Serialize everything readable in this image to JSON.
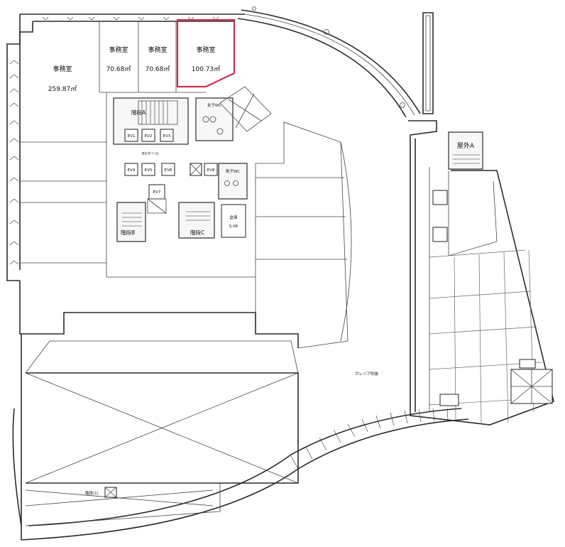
{
  "rooms": {
    "office_large": {
      "name": "事務室",
      "area": "259.87㎡"
    },
    "office_a": {
      "name": "事務室",
      "area": "70.68㎡"
    },
    "office_b": {
      "name": "事務室",
      "area": "70.68㎡"
    },
    "office_c": {
      "name": "事務室",
      "area": "100.73㎡"
    }
  },
  "core": {
    "stair_a": "階段A",
    "stair_b": "階段B",
    "stair_c": "階段C",
    "stair_1": "階段(1)",
    "outdoor_a": "屋外A",
    "womens_wc": "女子WC",
    "mens_wc": "男子WC",
    "storage": "倉庫",
    "storage_id": "S-06",
    "elevator_hall": "EVホール",
    "galleria": "ガレリア吹抜"
  },
  "elevators": [
    "EV1",
    "EV2",
    "EV3",
    "EV4",
    "EV5",
    "EV6",
    "EV7",
    "EV8"
  ],
  "colors": {
    "highlight": "#c8324e",
    "line": "#2a2a2a"
  }
}
